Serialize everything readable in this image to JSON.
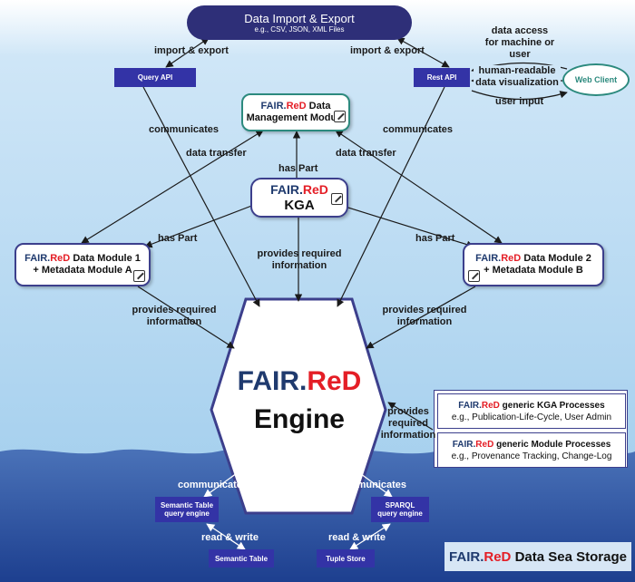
{
  "import_export": {
    "title": "Data Import & Export",
    "subtitle": "e.g., CSV, JSON, XML Files"
  },
  "query_api": "Query API",
  "rest_api": "Rest API",
  "web_client": "Web Client",
  "brand": {
    "fair": "FAIR.",
    "red": "ReD"
  },
  "data_management_module": {
    "suffix": "Data",
    "line2": "Management Module"
  },
  "kga": {
    "line2": "KGA"
  },
  "data_module_1": {
    "suffix": "Data Module 1",
    "line2": "+ Metadata Module A"
  },
  "data_module_2": {
    "suffix": "Data Module 2",
    "line2": "+ Metadata Module B"
  },
  "engine": {
    "line2": "Engine"
  },
  "processes": {
    "kga": {
      "suffix": "generic KGA Processes",
      "desc": "e.g., Publication-Life-Cycle, User Admin"
    },
    "module": {
      "suffix": "generic Module Processes",
      "desc": "e.g., Provenance Tracking, Change-Log"
    }
  },
  "semantic_table_engine": {
    "line1": "Semantic Table",
    "line2": "query engine"
  },
  "sparql_engine": {
    "line1": "SPARQL",
    "line2": "query engine"
  },
  "semantic_table": "Semantic Table",
  "tuple_store": "Tuple Store",
  "data_sea_storage": {
    "suffix": "Data Sea Storage"
  },
  "edge_labels": {
    "import_export_left": "import & export",
    "import_export_right": "import & export",
    "data_access": [
      "data access",
      "for machine or",
      "user"
    ],
    "human_readable": [
      "human-readable",
      "data visualization"
    ],
    "user_input": "user input",
    "communicates_left": "communicates",
    "communicates_right": "communicates",
    "data_transfer_left": "data transfer",
    "data_transfer_right": "data transfer",
    "has_part_top": "has Part",
    "has_part_left": "has Part",
    "has_part_right": "has Part",
    "provides_center": [
      "provides required",
      "information"
    ],
    "provides_left": [
      "provides required",
      "information"
    ],
    "provides_right": [
      "provides required",
      "information"
    ],
    "provides_processes": [
      "provides",
      "required",
      "information"
    ],
    "communicates_bottom_left": "communicates",
    "communicates_bottom_right": "communicates",
    "read_write_left": "read & write",
    "read_write_right": "read & write"
  },
  "colors": {
    "sky_top": "#ffffff",
    "sky_mid": "#a9d3ef",
    "sea": "#3b64ad",
    "sea_deep": "#1d3f8f",
    "brand_navy": "#1f3a6e",
    "brand_red": "#e41e26",
    "dark_box": "#3333a6",
    "web_client_border": "#2c8a7e"
  }
}
